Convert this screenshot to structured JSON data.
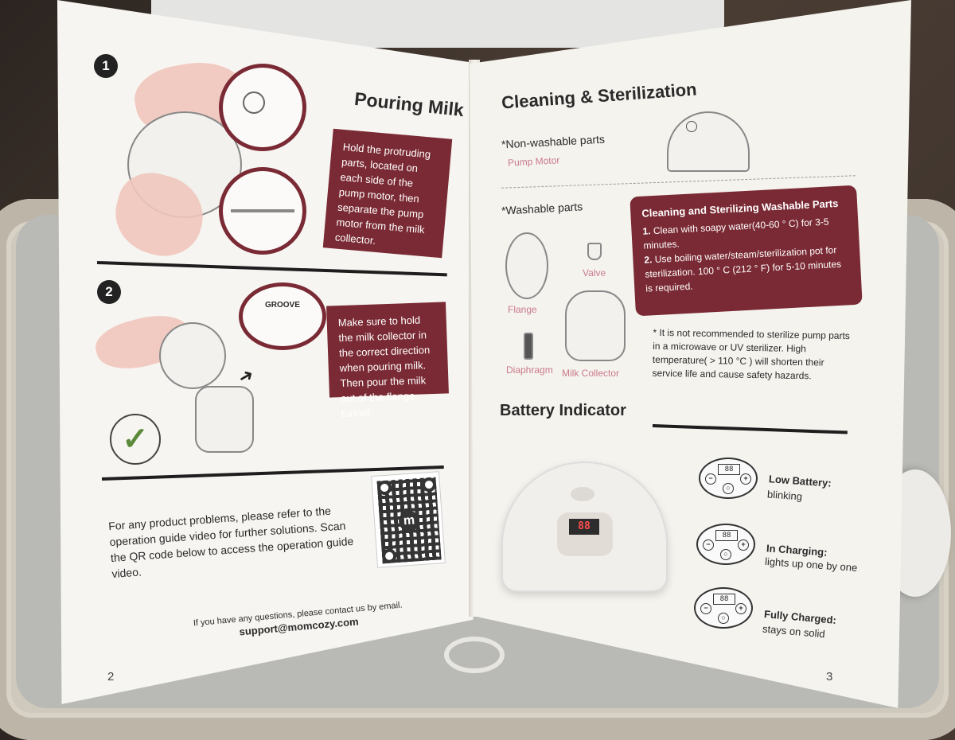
{
  "left_page": {
    "step1_number": "1",
    "step2_number": "2",
    "title": "Pouring Milk",
    "step1_text": "Hold the protruding parts, located on each side of the pump motor, then separate the pump motor from the milk collector.",
    "groove_label": "GROOVE",
    "step2_text": "Make sure to hold the milk collector in the correct direction when pouring milk. Then pour the milk out of the flange tunnel.",
    "help_text": "For any product problems, please refer to the operation guide video for further solutions. Scan the QR code below to access the operation guide video.",
    "contact_text": "If you have any questions, please contact us by email.",
    "contact_email": "support@momcozy.com",
    "qr_logo": "m",
    "page_number": "2"
  },
  "right_page": {
    "title": "Cleaning & Sterilization",
    "non_washable_heading": "*Non-washable parts",
    "pump_motor_label": "Pump Motor",
    "washable_heading": "*Washable parts",
    "flange_label": "Flange",
    "valve_label": "Valve",
    "diaphragm_label": "Diaphragm",
    "milk_collector_label": "Milk Collector",
    "box_title": "Cleaning and Sterilizing Washable Parts",
    "step1_num": "1.",
    "step1_text": "Clean with soapy water(40-60 ° C) for 3-5 minutes.",
    "step2_num": "2.",
    "step2_text": "Use boiling water/steam/sterilization pot for sterilization. 100 ° C (212 ° F) for 5-10 minutes is required.",
    "warning_text": "* It is not recommended to sterilize pump parts in a microwave or UV sterilizer. High temperature( > 110 °C ) will shorten their service life and cause safety hazards.",
    "battery_title": "Battery Indicator",
    "display_digits": "88",
    "battery_states": [
      {
        "title": "Low Battery:",
        "sub": "blinking"
      },
      {
        "title": "In Charging:",
        "sub": "lights up one by one"
      },
      {
        "title": "Fully Charged:",
        "sub": "stays on solid"
      }
    ],
    "page_number": "3"
  },
  "colors": {
    "maroon": "#7a2a34",
    "pink_label": "#c97a8a",
    "check_green": "#5a8a3a"
  },
  "icons": [
    "check-icon",
    "qr-code-icon",
    "arrow-icon"
  ]
}
